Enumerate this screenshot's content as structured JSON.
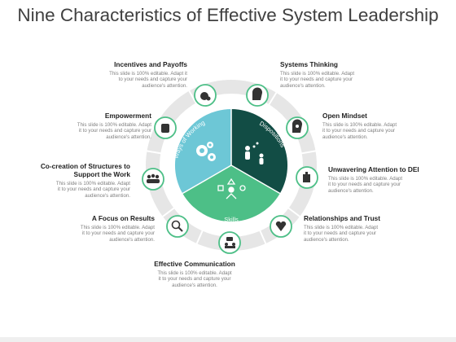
{
  "title": "Nine Characteristics of Effective System Leadership",
  "segments": {
    "ways_of_working": "Ways of Working",
    "dispositions": "Dispositions",
    "skills": "Skills"
  },
  "colors": {
    "ways_of_working": "#6dc7d6",
    "dispositions": "#124d45",
    "skills": "#4dbf87",
    "ring": "#e6e6e6",
    "title": "#404040"
  },
  "characteristics": [
    {
      "title": "Incentives and Payoffs",
      "desc": [
        "This slide is 100% editable. Adapt it",
        "to your needs and capture your",
        "audience's attention."
      ],
      "icon": "money-bag-icon"
    },
    {
      "title": "Systems  Thinking",
      "desc": [
        "This slide is 100% editable. Adapt",
        "it to your needs and capture your",
        "audience's attention."
      ],
      "icon": "thinking-head-icon"
    },
    {
      "title": "Empowerment",
      "desc": [
        "This slide is 100% editable. Adapt",
        "it to your needs and capture your",
        "audience's attention."
      ],
      "icon": "raised-fist-icon"
    },
    {
      "title": "Open Mindset",
      "desc": [
        "This slide is 100% editable. Adapt",
        "it to your needs and capture your",
        "audience's attention."
      ],
      "icon": "mind-gear-icon"
    },
    {
      "title": "Co-creation of Structures to",
      "title2": "Support the Work",
      "desc": [
        "This slide is 100% editable. Adapt",
        "it to your needs and capture your",
        "audience's attention."
      ],
      "icon": "team-icon"
    },
    {
      "title": "Unwavering Attention to DEI",
      "desc": [
        "This slide is 100% editable. Adapt",
        "it to your needs and capture your",
        "audience's attention."
      ],
      "icon": "hand-icon"
    },
    {
      "title": "A Focus on Results",
      "desc": [
        "This slide is 100% editable. Adapt",
        "it to your needs and capture your",
        "audience's attention."
      ],
      "icon": "magnifier-icon"
    },
    {
      "title": "Relationships and Trust",
      "desc": [
        "This slide is 100% editable. Adapt",
        "it to your needs and capture your",
        "audience's attention."
      ],
      "icon": "handshake-heart-icon"
    },
    {
      "title": "Effective Communication",
      "desc": [
        "This slide is 100% editable. Adapt",
        "it to your needs and capture your",
        "audience's attention."
      ],
      "icon": "chat-people-icon"
    }
  ]
}
